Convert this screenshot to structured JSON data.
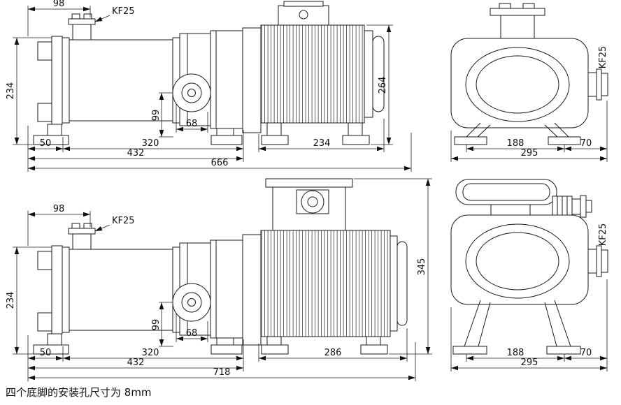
{
  "note": "四个底脚的安装孔尺寸为 8mm",
  "views": {
    "top_side": {
      "d98": "98",
      "kf25": "KF25",
      "h234": "234",
      "h264": "264",
      "d99": "99",
      "d68": "68",
      "d50": "50",
      "d320": "320",
      "d432": "432",
      "d234": "234",
      "d666": "666"
    },
    "top_front": {
      "kf25": "KF25",
      "d188": "188",
      "d70": "70",
      "d295": "295"
    },
    "bottom_side": {
      "d98": "98",
      "kf25": "KF25",
      "h234": "234",
      "h345": "345",
      "d99": "99",
      "d68": "68",
      "d50": "50",
      "d320": "320",
      "d432": "432",
      "d286": "286",
      "d718": "718"
    },
    "bottom_front": {
      "kf25": "KF25",
      "d188": "188",
      "d70": "70",
      "d295": "295"
    }
  }
}
